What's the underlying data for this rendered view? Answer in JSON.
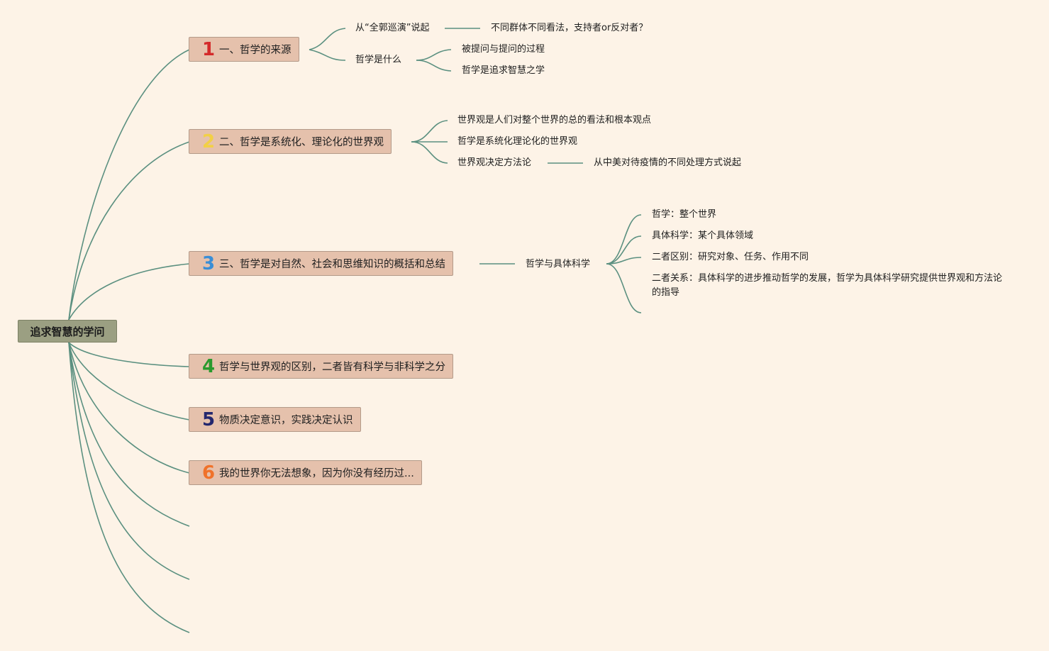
{
  "root": {
    "label": "追求智慧的学问"
  },
  "branches": [
    {
      "num": "1",
      "num_color": "#d42a2a",
      "label": "一、哲学的来源",
      "children": [
        {
          "label": "从“全郭巡演”说起",
          "child": "不同群体不同看法，支持者or反对者？"
        },
        {
          "label": "哲学是什么",
          "children": [
            "被提问与提问的过程",
            "哲学是追求智慧之学"
          ]
        }
      ]
    },
    {
      "num": "2",
      "num_color": "#f2d046",
      "label": "二、哲学是系统化、理论化的世界观",
      "children": [
        {
          "label": "世界观是人们对整个世界的总的看法和根本观点"
        },
        {
          "label": "哲学是系统化理论化的世界观"
        },
        {
          "label": "世界观决定方法论",
          "child": "从中美对待疫情的不同处理方式说起"
        }
      ]
    },
    {
      "num": "3",
      "num_color": "#3a8ed6",
      "label": "三、哲学是对自然、社会和思维知识的概括和总结",
      "children": [
        {
          "label": "哲学与具体科学",
          "children": [
            "哲学：整个世界",
            "具体科学：某个具体领域",
            "二者区别：研究对象、任务、作用不同",
            "二者关系：具体科学的进步推动哲学的发展，哲学为具体科学研究提供世界观和方法论的指导"
          ]
        }
      ]
    },
    {
      "num": "4",
      "num_color": "#2a9a2e",
      "label": "哲学与世界观的区别，二者皆有科学与非科学之分"
    },
    {
      "num": "5",
      "num_color": "#23276e",
      "label": "物质决定意识，实践决定认识"
    },
    {
      "num": "6",
      "num_color": "#f0722a",
      "label": "我的世界你无法想象，因为你没有经历过..."
    }
  ],
  "connector_color": "#5b9080"
}
